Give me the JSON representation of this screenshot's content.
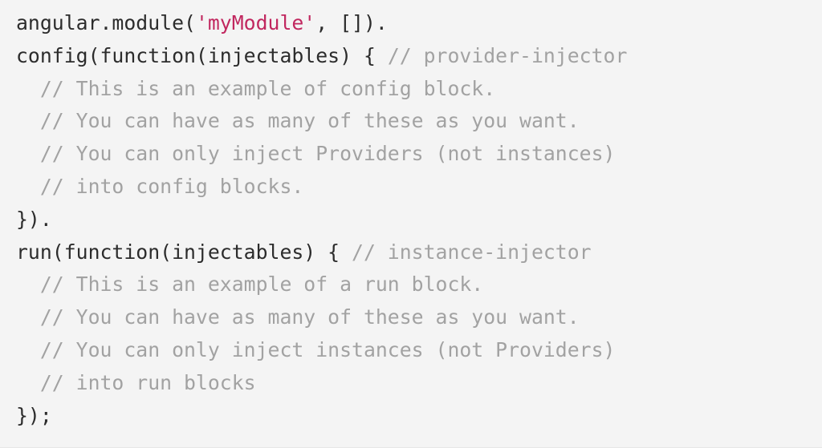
{
  "code": {
    "lines": [
      {
        "segments": [
          {
            "text": "angular.module(",
            "kind": "plain"
          },
          {
            "text": "'myModule'",
            "kind": "string"
          },
          {
            "text": ", []).",
            "kind": "plain"
          }
        ]
      },
      {
        "segments": [
          {
            "text": "config(function(injectables) { ",
            "kind": "plain"
          },
          {
            "text": "// provider-injector",
            "kind": "comment"
          }
        ]
      },
      {
        "segments": [
          {
            "text": "  // This is an example of config block.",
            "kind": "comment"
          }
        ]
      },
      {
        "segments": [
          {
            "text": "  // You can have as many of these as you want.",
            "kind": "comment"
          }
        ]
      },
      {
        "segments": [
          {
            "text": "  // You can only inject Providers (not instances)",
            "kind": "comment"
          }
        ]
      },
      {
        "segments": [
          {
            "text": "  // into config blocks.",
            "kind": "comment"
          }
        ]
      },
      {
        "segments": [
          {
            "text": "}).",
            "kind": "plain"
          }
        ]
      },
      {
        "segments": [
          {
            "text": "run(function(injectables) { ",
            "kind": "plain"
          },
          {
            "text": "// instance-injector",
            "kind": "comment"
          }
        ]
      },
      {
        "segments": [
          {
            "text": "  // This is an example of a run block.",
            "kind": "comment"
          }
        ]
      },
      {
        "segments": [
          {
            "text": "  // You can have as many of these as you want.",
            "kind": "comment"
          }
        ]
      },
      {
        "segments": [
          {
            "text": "  // You can only inject instances (not Providers)",
            "kind": "comment"
          }
        ]
      },
      {
        "segments": [
          {
            "text": "  // into run blocks",
            "kind": "comment"
          }
        ]
      },
      {
        "segments": [
          {
            "text": "});",
            "kind": "plain"
          }
        ]
      }
    ]
  }
}
